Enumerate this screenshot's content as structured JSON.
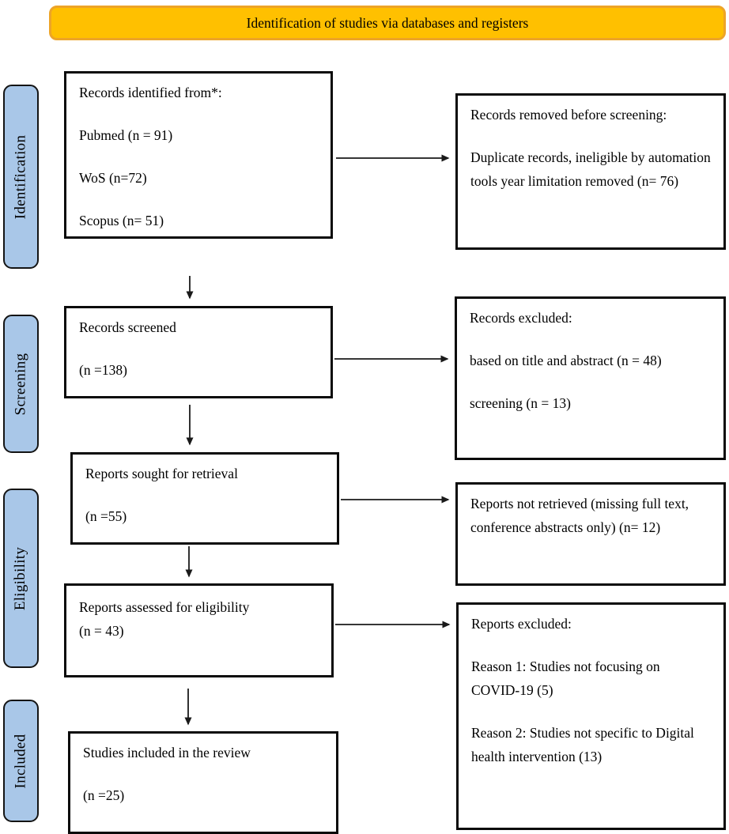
{
  "banner": {
    "label": "Identification of studies via databases and registers"
  },
  "sidebar": {
    "items": [
      {
        "label": "Identification"
      },
      {
        "label": "Screening"
      },
      {
        "label": "Eligibility"
      },
      {
        "label": "Included"
      }
    ]
  },
  "boxes": {
    "records_identified": {
      "lines": [
        "Records identified from*:",
        "Pubmed (n = 91)",
        "WoS (n=72)",
        "Scopus (n= 51)"
      ]
    },
    "records_removed": {
      "lines": [
        "Records removed before screening:",
        "Duplicate records, ineligible by automation tools year limitation removed (n= 76)"
      ]
    },
    "records_screened": {
      "lines": [
        "Records screened",
        "(n =138)"
      ]
    },
    "records_excluded": {
      "lines": [
        "Records excluded:",
        "based on title and abstract (n = 48)",
        "screening (n = 13)"
      ]
    },
    "reports_sought": {
      "lines": [
        "Reports sought for retrieval",
        "(n =55)"
      ]
    },
    "reports_not_retrieved": {
      "lines": [
        "Reports not retrieved (missing full text, conference abstracts only) (n= 12)"
      ]
    },
    "reports_assessed": {
      "lines": [
        "Reports assessed for eligibility",
        "(n = 43)"
      ]
    },
    "reports_excluded": {
      "lines": [
        "Reports excluded:",
        "Reason 1: Studies not focusing on COVID-19 (5)",
        "Reason 2: Studies not specific to Digital health intervention (13)"
      ]
    },
    "studies_included": {
      "lines": [
        "Studies included in the review",
        "(n =25)"
      ]
    }
  },
  "colors": {
    "banner_fill": "#FFC000",
    "banner_border": "#EDA427",
    "stage_fill": "#A9C7E8",
    "box_border": "#0A0A0A",
    "arrow": "#1A1A1A"
  }
}
